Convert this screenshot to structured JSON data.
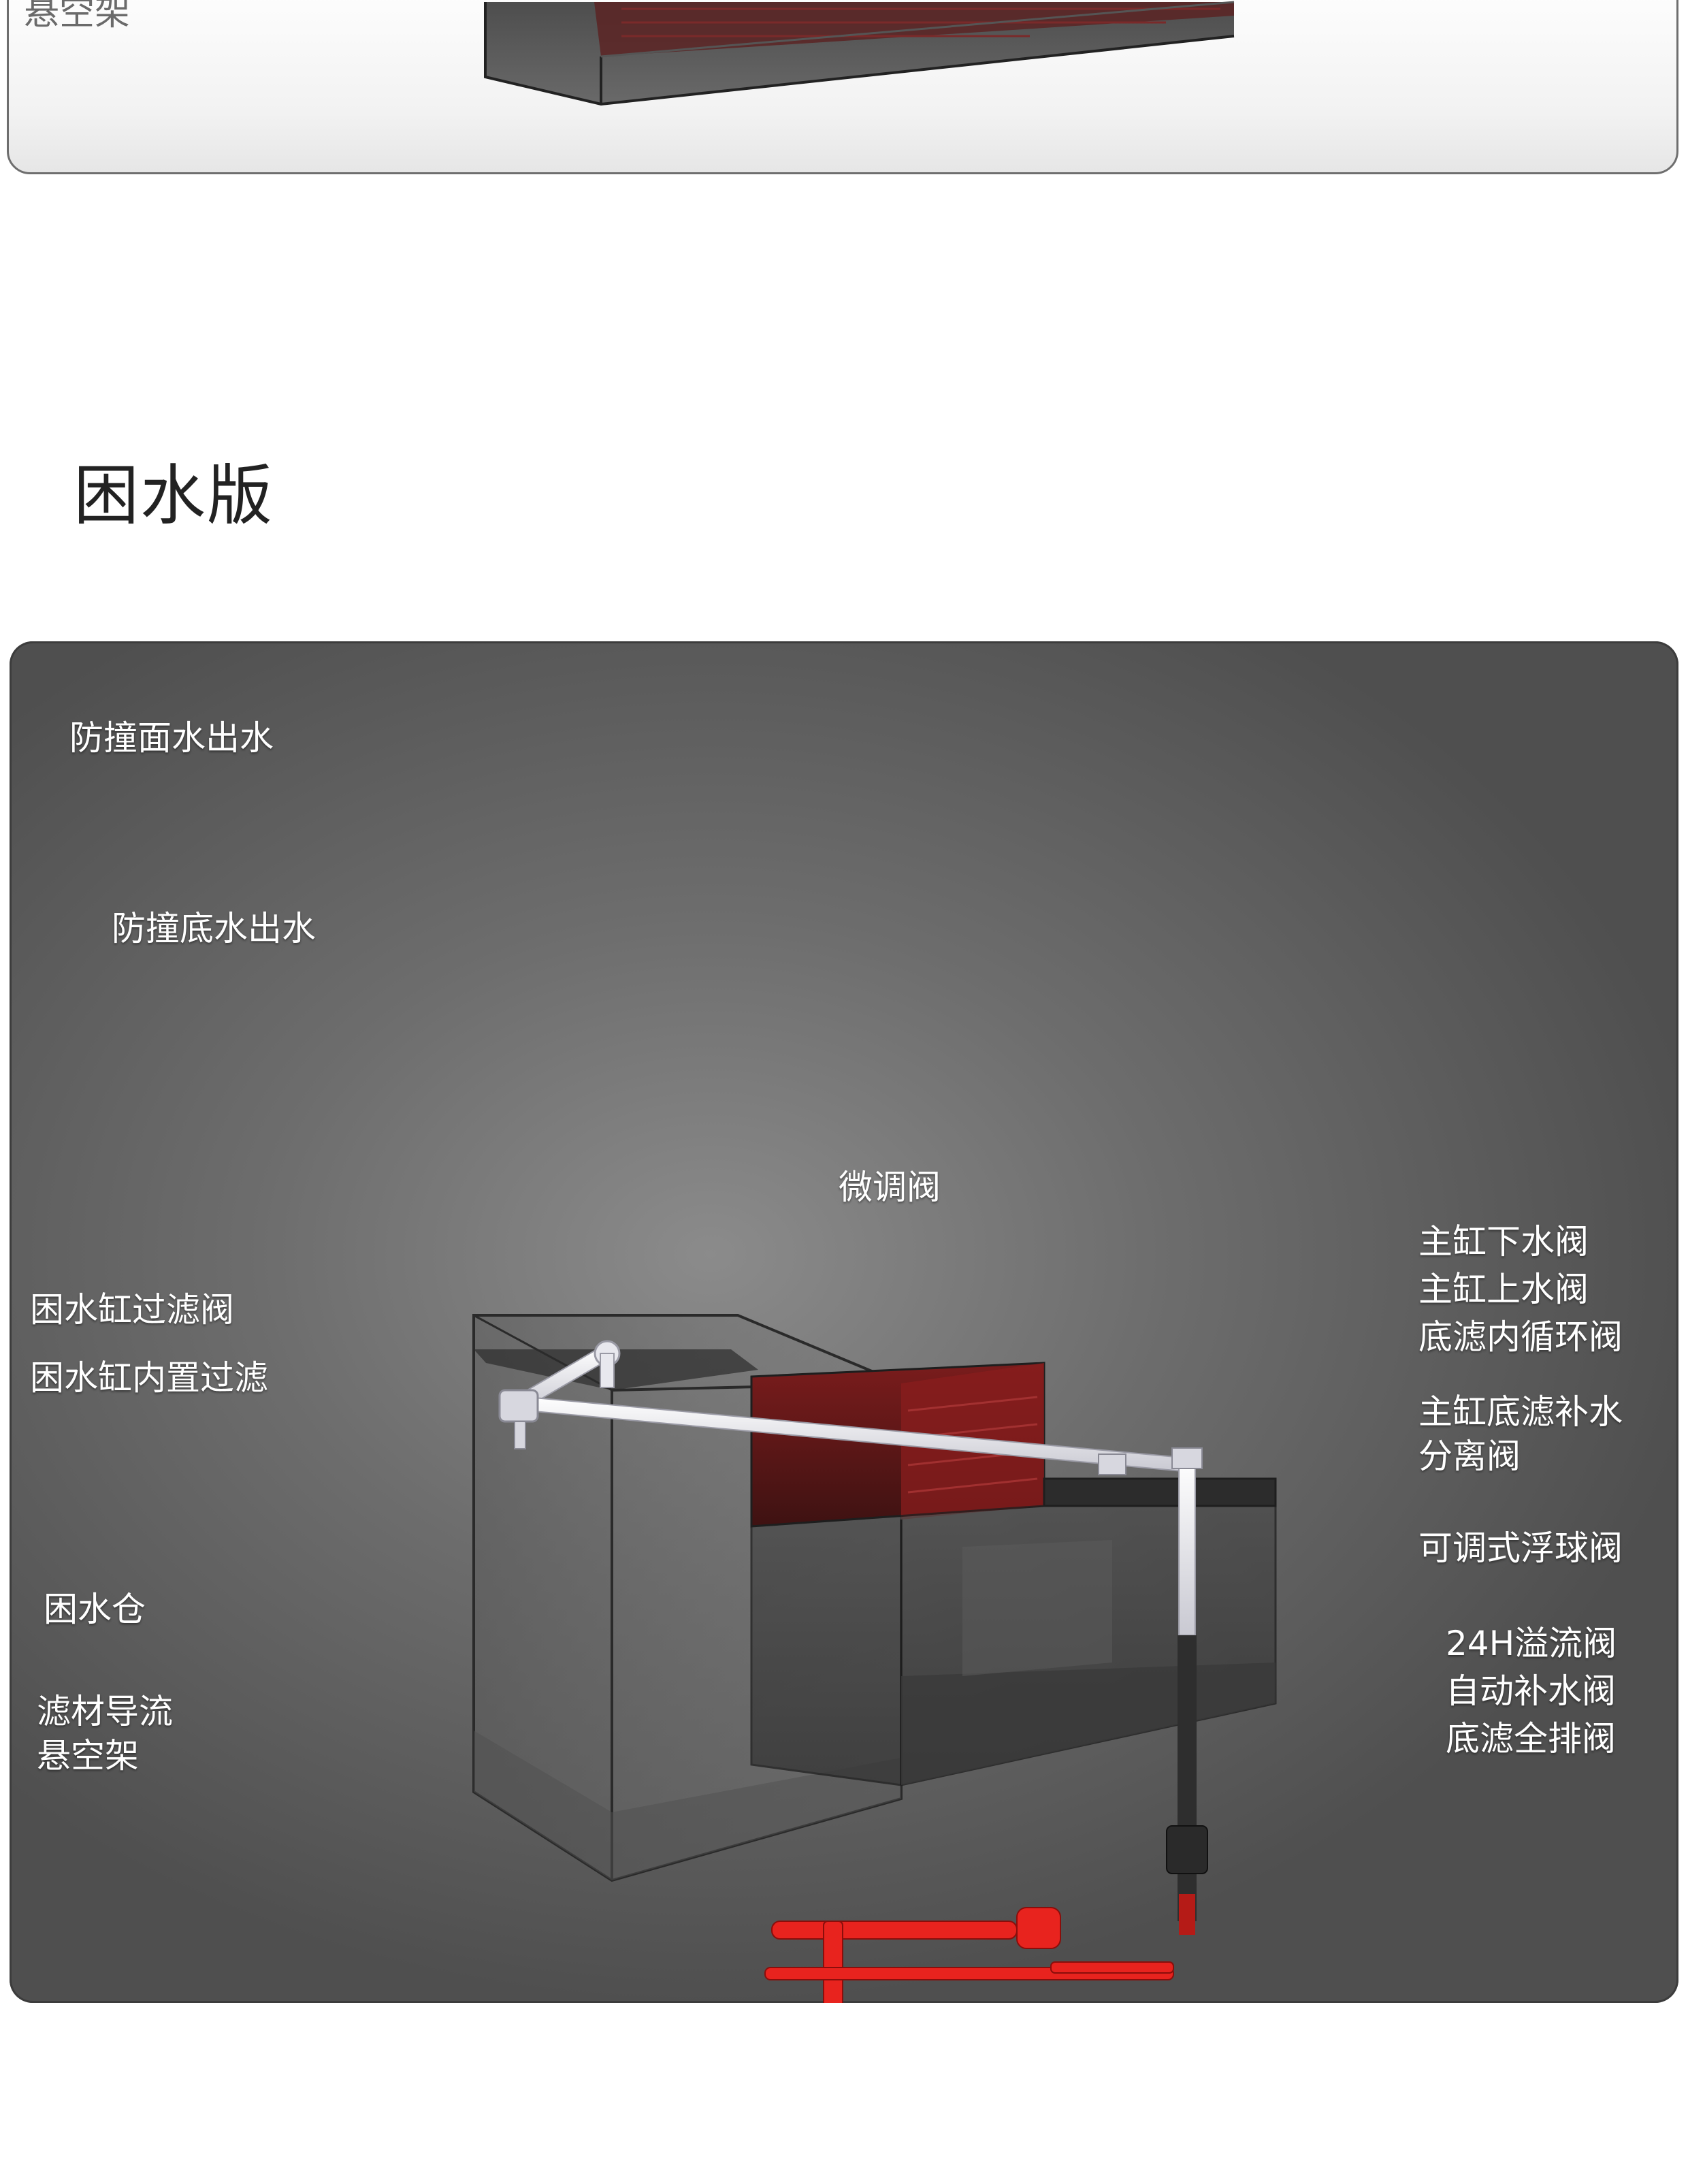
{
  "top_panel": {
    "label": "悬空架"
  },
  "section": {
    "title": "困水版"
  },
  "callouts": {
    "anti_surface_outlet": "防撞面水出水",
    "anti_bottom_outlet": "防撞底水出水",
    "fine_tune_valve": "微调阀",
    "trap_filter_valve": "困水缸过滤阀",
    "trap_builtin_filter": "困水缸内置过滤",
    "trap_chamber": "困水仓",
    "media_rack": "滤材导流\n悬空架",
    "main_drain_valve": "主缸下水阀",
    "main_supply_valve": "主缸上水阀",
    "sump_loop_valve": "底滤内循环阀",
    "topup_separation_valve": "主缸底滤补水\n分离阀",
    "float_valve": "可调式浮球阀",
    "overflow_24h_valve": "24H溢流阀",
    "auto_topup_valve": "自动补水阀",
    "sump_drain_valve": "底滤全排阀"
  },
  "colors": {
    "pipe_red": "#e8231e",
    "pipe_grey": "#3a3a3a",
    "pipe_white": "#f2f2f6",
    "leader_line": "#0d0d0d"
  }
}
